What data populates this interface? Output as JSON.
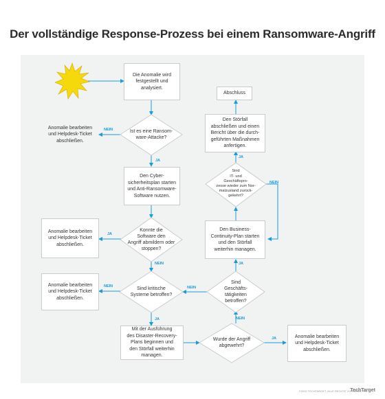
{
  "title": "Der vollständige Response-Prozess bei einem Ransomware-Angriff",
  "nodes": {
    "start": "Die Anomalie wird\nfestgestellt und\nanalysiert.",
    "decision_ransomware": "Ist es eine Ransom-\nware-Attacke?",
    "anomaly_1": "Anomalie bearbeiten\nund Helpdesk-Ticket\nabschließen.",
    "cyber_plan": "Den Cyber-\nsicherheitsplan starten\nund Anti-Ransomware-\nSoftware nutzen.",
    "decision_software": "Konnte die\nSoftware den\nAngriff abmildern oder\nstoppen?",
    "anomaly_2": "Anomalie bearbeiten\nund Helpdesk-Ticket\nabschließen.",
    "decision_critical": "Sind kritische\nSysteme betroffen?",
    "anomaly_3": "Anomalie bearbeiten\nund Helpdesk-Ticket\nabschließen.",
    "disaster_recovery": "Mit der Ausführung\ndes Disaster-Recovery-\nPlans beginnen und\nden Störfall weiterhin\nmanagen.",
    "decision_averted": "Wurde der Angriff\nabgewehrt?",
    "anomaly_4": "Anomalie bearbeiten\nund Helpdesk-Ticket\nabschließen.",
    "decision_business": "Sind\nGeschäfts-\ntätigkeiten\nbetroffen?",
    "business_continuity": "Den Business-\nContinuity-Plan starten\nund den Störfall\nweiterhin managen.",
    "decision_normal": "Sind\nIT- und\nGeschäftspro-\nzesse wieder zum Nor-\nmalzustand zurück-\ngekehrt?",
    "close_incident": "Den Störfall\nabschließen und einen\nBericht über die durch-\ngeführten Maßnahmen\nanfertigen.",
    "end": "Abschluss"
  },
  "labels": {
    "yes": "JA",
    "no": "NEIN"
  },
  "footer": "©2022 TECHTARGET. ALLE RECHTE VORBEHALTEN",
  "brand": "TechTarget",
  "colors": {
    "accent": "#1a9cd8",
    "sun": "#f5d90a",
    "panel": "#f1f2f2"
  }
}
